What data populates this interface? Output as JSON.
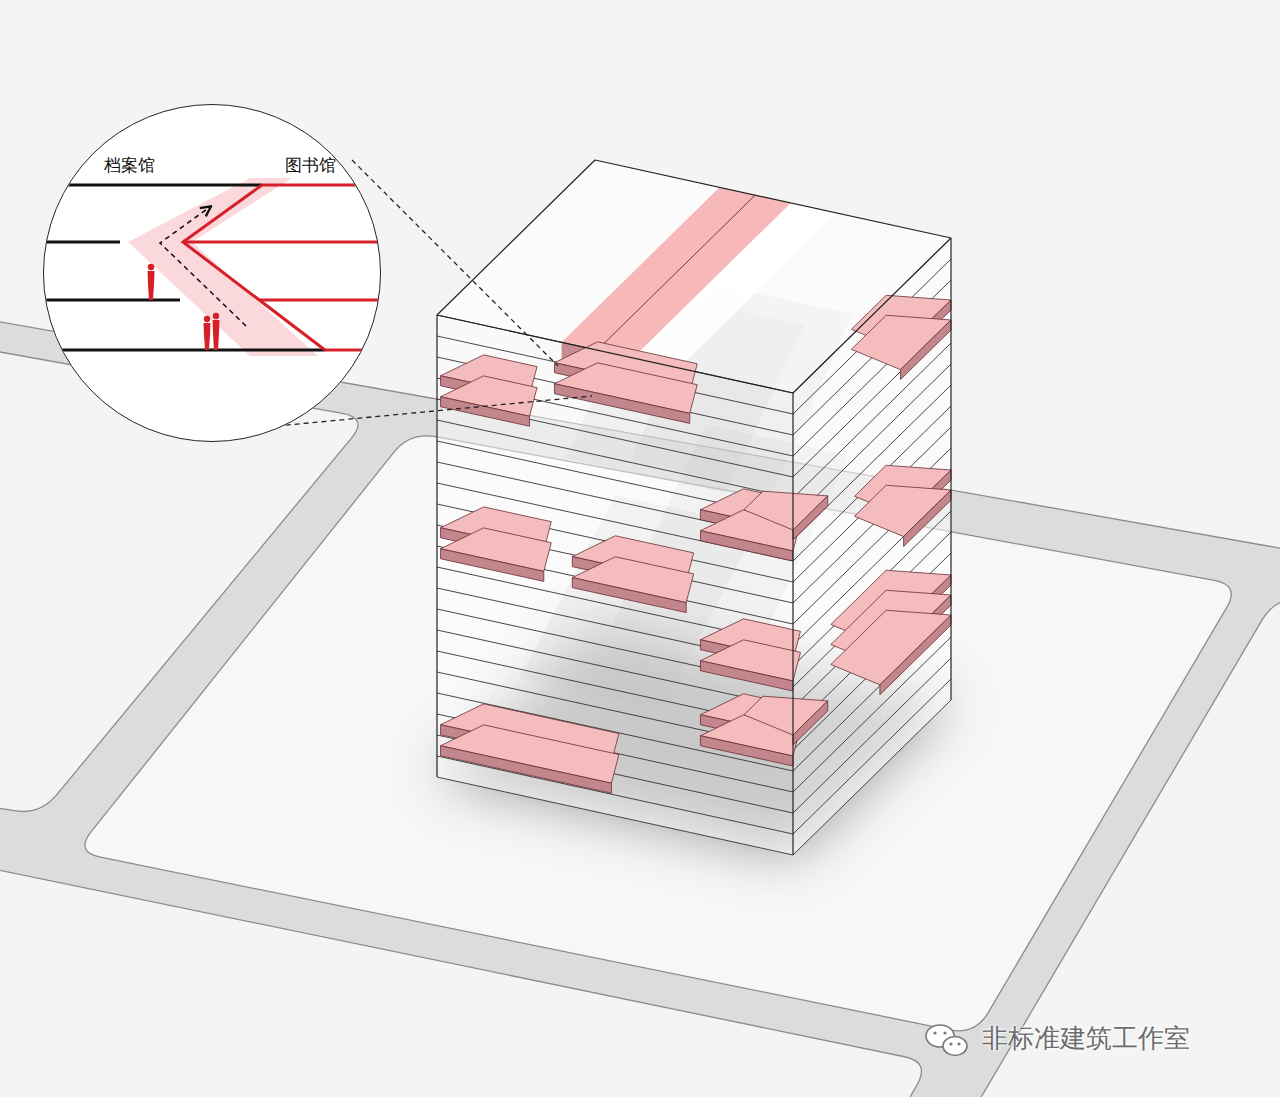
{
  "diagram": {
    "nodes": [
      {
        "text": [
          "档案馆",
          "图书馆"
        ]
      }
    ],
    "labels": [
      "非标准建筑工作室"
    ]
  }
}
